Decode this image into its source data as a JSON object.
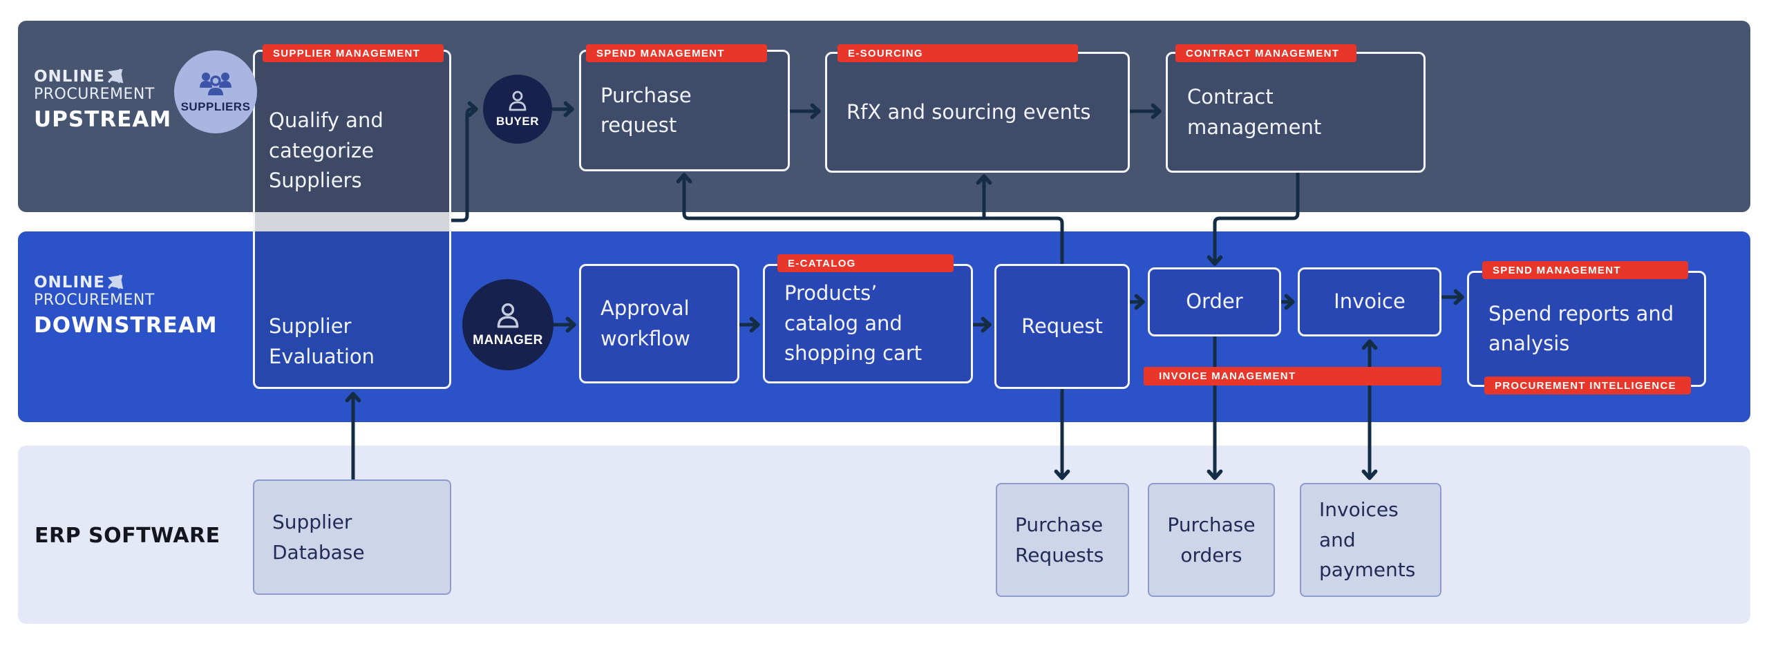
{
  "colors": {
    "upstream_band": "#475571",
    "downstream_band": "#2b52c7",
    "erp_band": "#e4e8f7",
    "tag_red": "#e8372a",
    "connector": "#142c44",
    "actor_dark": "#16214d",
    "actor_light": "#aab6e2"
  },
  "upstream": {
    "logo_line1": "ONLINE",
    "logo_line2": "PROCUREMENT",
    "label": "UPSTREAM"
  },
  "downstream": {
    "logo_line1": "ONLINE",
    "logo_line2": "PROCUREMENT",
    "label": "DOWNSTREAM"
  },
  "erp": {
    "label": "ERP SOFTWARE"
  },
  "actors": {
    "suppliers": "SUPPLIERS",
    "buyer": "BUYER",
    "manager": "MANAGER"
  },
  "tags": {
    "supplier_management": "SUPPLIER MANAGEMENT",
    "spend_management": "SPEND MANAGEMENT",
    "e_sourcing": "E-SOURCING",
    "contract_management": "CONTRACT MANAGEMENT",
    "e_catalog": "E-CATALOG",
    "invoice_management": "INVOICE MANAGEMENT",
    "procurement_intelligence": "PROCUREMENT INTELLIGENCE"
  },
  "nodes": {
    "qualify": "Qualify and categorize Suppliers",
    "evaluation": "Supplier Evaluation",
    "purchase_request": "Purchase request",
    "rfx": "RfX and sourcing events",
    "contract": "Contract management",
    "approval": "Approval workflow",
    "catalog": "Products’ catalog and shopping cart",
    "request": "Request",
    "order": "Order",
    "invoice": "Invoice",
    "spend_reports": "Spend reports and analysis"
  },
  "erp_boxes": {
    "supplier_db": "Supplier Database",
    "purchase_requests": "Purchase Requests",
    "purchase_orders": "Purchase orders",
    "invoices_payments": "Invoices and payments"
  }
}
